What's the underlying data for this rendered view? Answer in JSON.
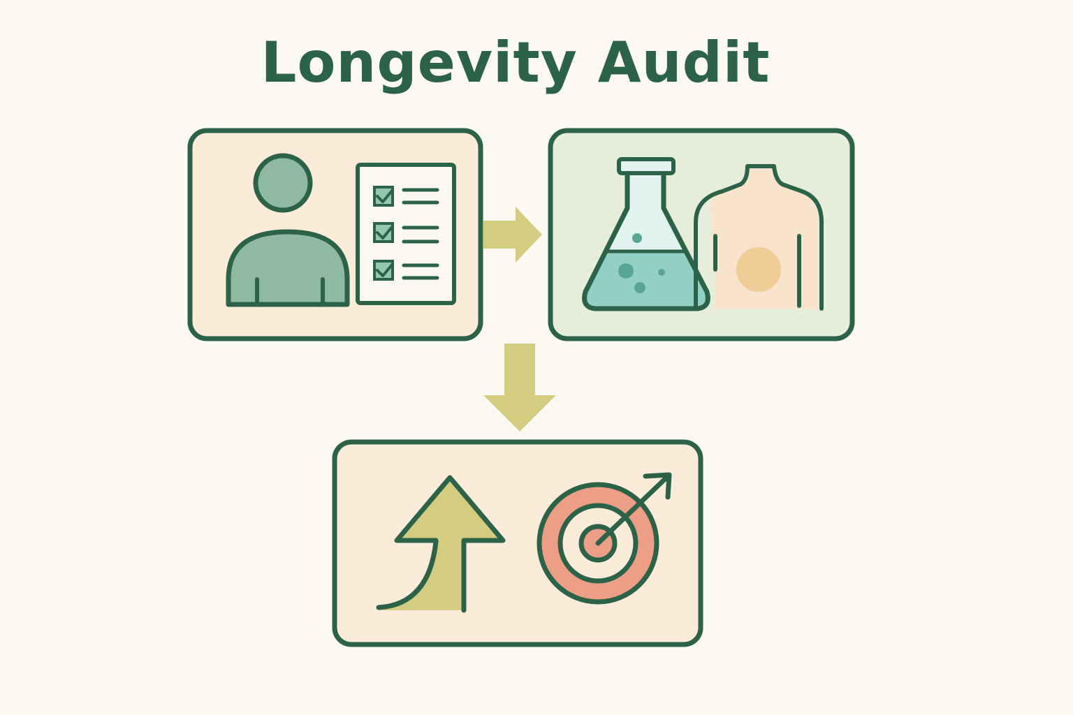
{
  "title": "Longevity Audit",
  "colors": {
    "background": "#fbf9f1",
    "outline": "#2c6248",
    "card_peach": "#faecd9",
    "card_green": "#e6eedb",
    "person_fill": "#8fbaa0",
    "arrow_fill": "#d4cc80",
    "flask_liquid": "#92d0c6",
    "torso_fill": "#f8e4cc",
    "torso_spot": "#f0cc96",
    "target_ring": "#ec9e86",
    "checkbox_fill": "#96c6ac"
  },
  "steps": [
    {
      "id": "assessment",
      "icons": [
        "person-icon",
        "checklist-icon"
      ]
    },
    {
      "id": "testing",
      "icons": [
        "flask-icon",
        "torso-icon"
      ]
    },
    {
      "id": "optimization",
      "icons": [
        "growth-arrow-icon",
        "target-icon"
      ]
    }
  ]
}
